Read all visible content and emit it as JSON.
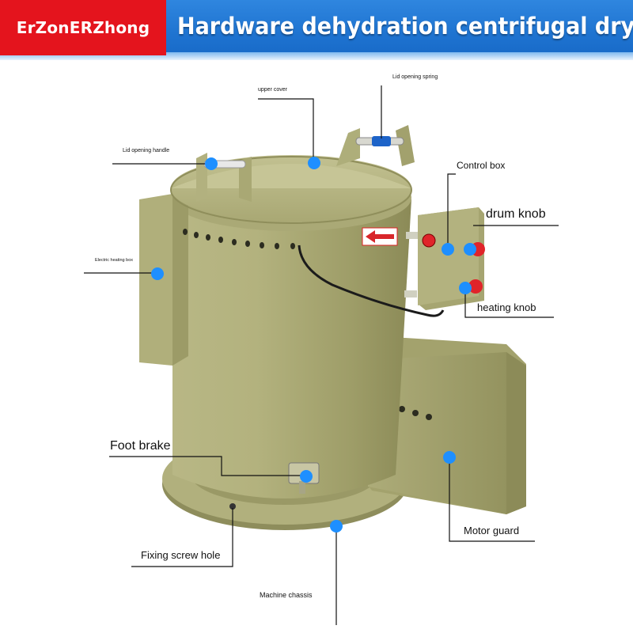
{
  "header": {
    "brand": "ErZonERZhong",
    "title": "Hardware dehydration centrifugal dryer"
  },
  "labels": {
    "upper_cover": "upper cover",
    "lid_opening_spring": "Lid opening spring",
    "lid_opening_handle": "Lid opening handle",
    "control_box": "Control box",
    "drum_knob": "drum knob",
    "electric_heating_box": "Electric heating box",
    "heating_knob": "heating knob",
    "foot_brake": "Foot brake",
    "motor_guard": "Motor guard",
    "fixing_screw_hole": "Fixing screw hole",
    "machine_chassis": "Machine chassis"
  },
  "colors": {
    "brand_bg": "#e4141d",
    "header_bg": "#1f74d1",
    "machine_body": "#a8a773",
    "marker": "#1e8fff",
    "knob": "#e0242a"
  }
}
